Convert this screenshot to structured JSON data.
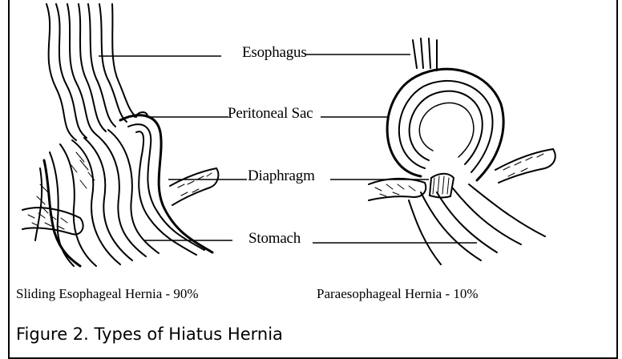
{
  "labels": {
    "esophagus": "Esophagus",
    "peritoneal_sac": "Peritoneal Sac",
    "diaphragm": "Diaphragm",
    "stomach": "Stomach"
  },
  "captions": {
    "sliding": "Sliding Esophageal Hernia - 90%",
    "paraesophageal": "Paraesophageal Hernia - 10%"
  },
  "figure_title": "Figure 2. Types of Hiatus Hernia"
}
